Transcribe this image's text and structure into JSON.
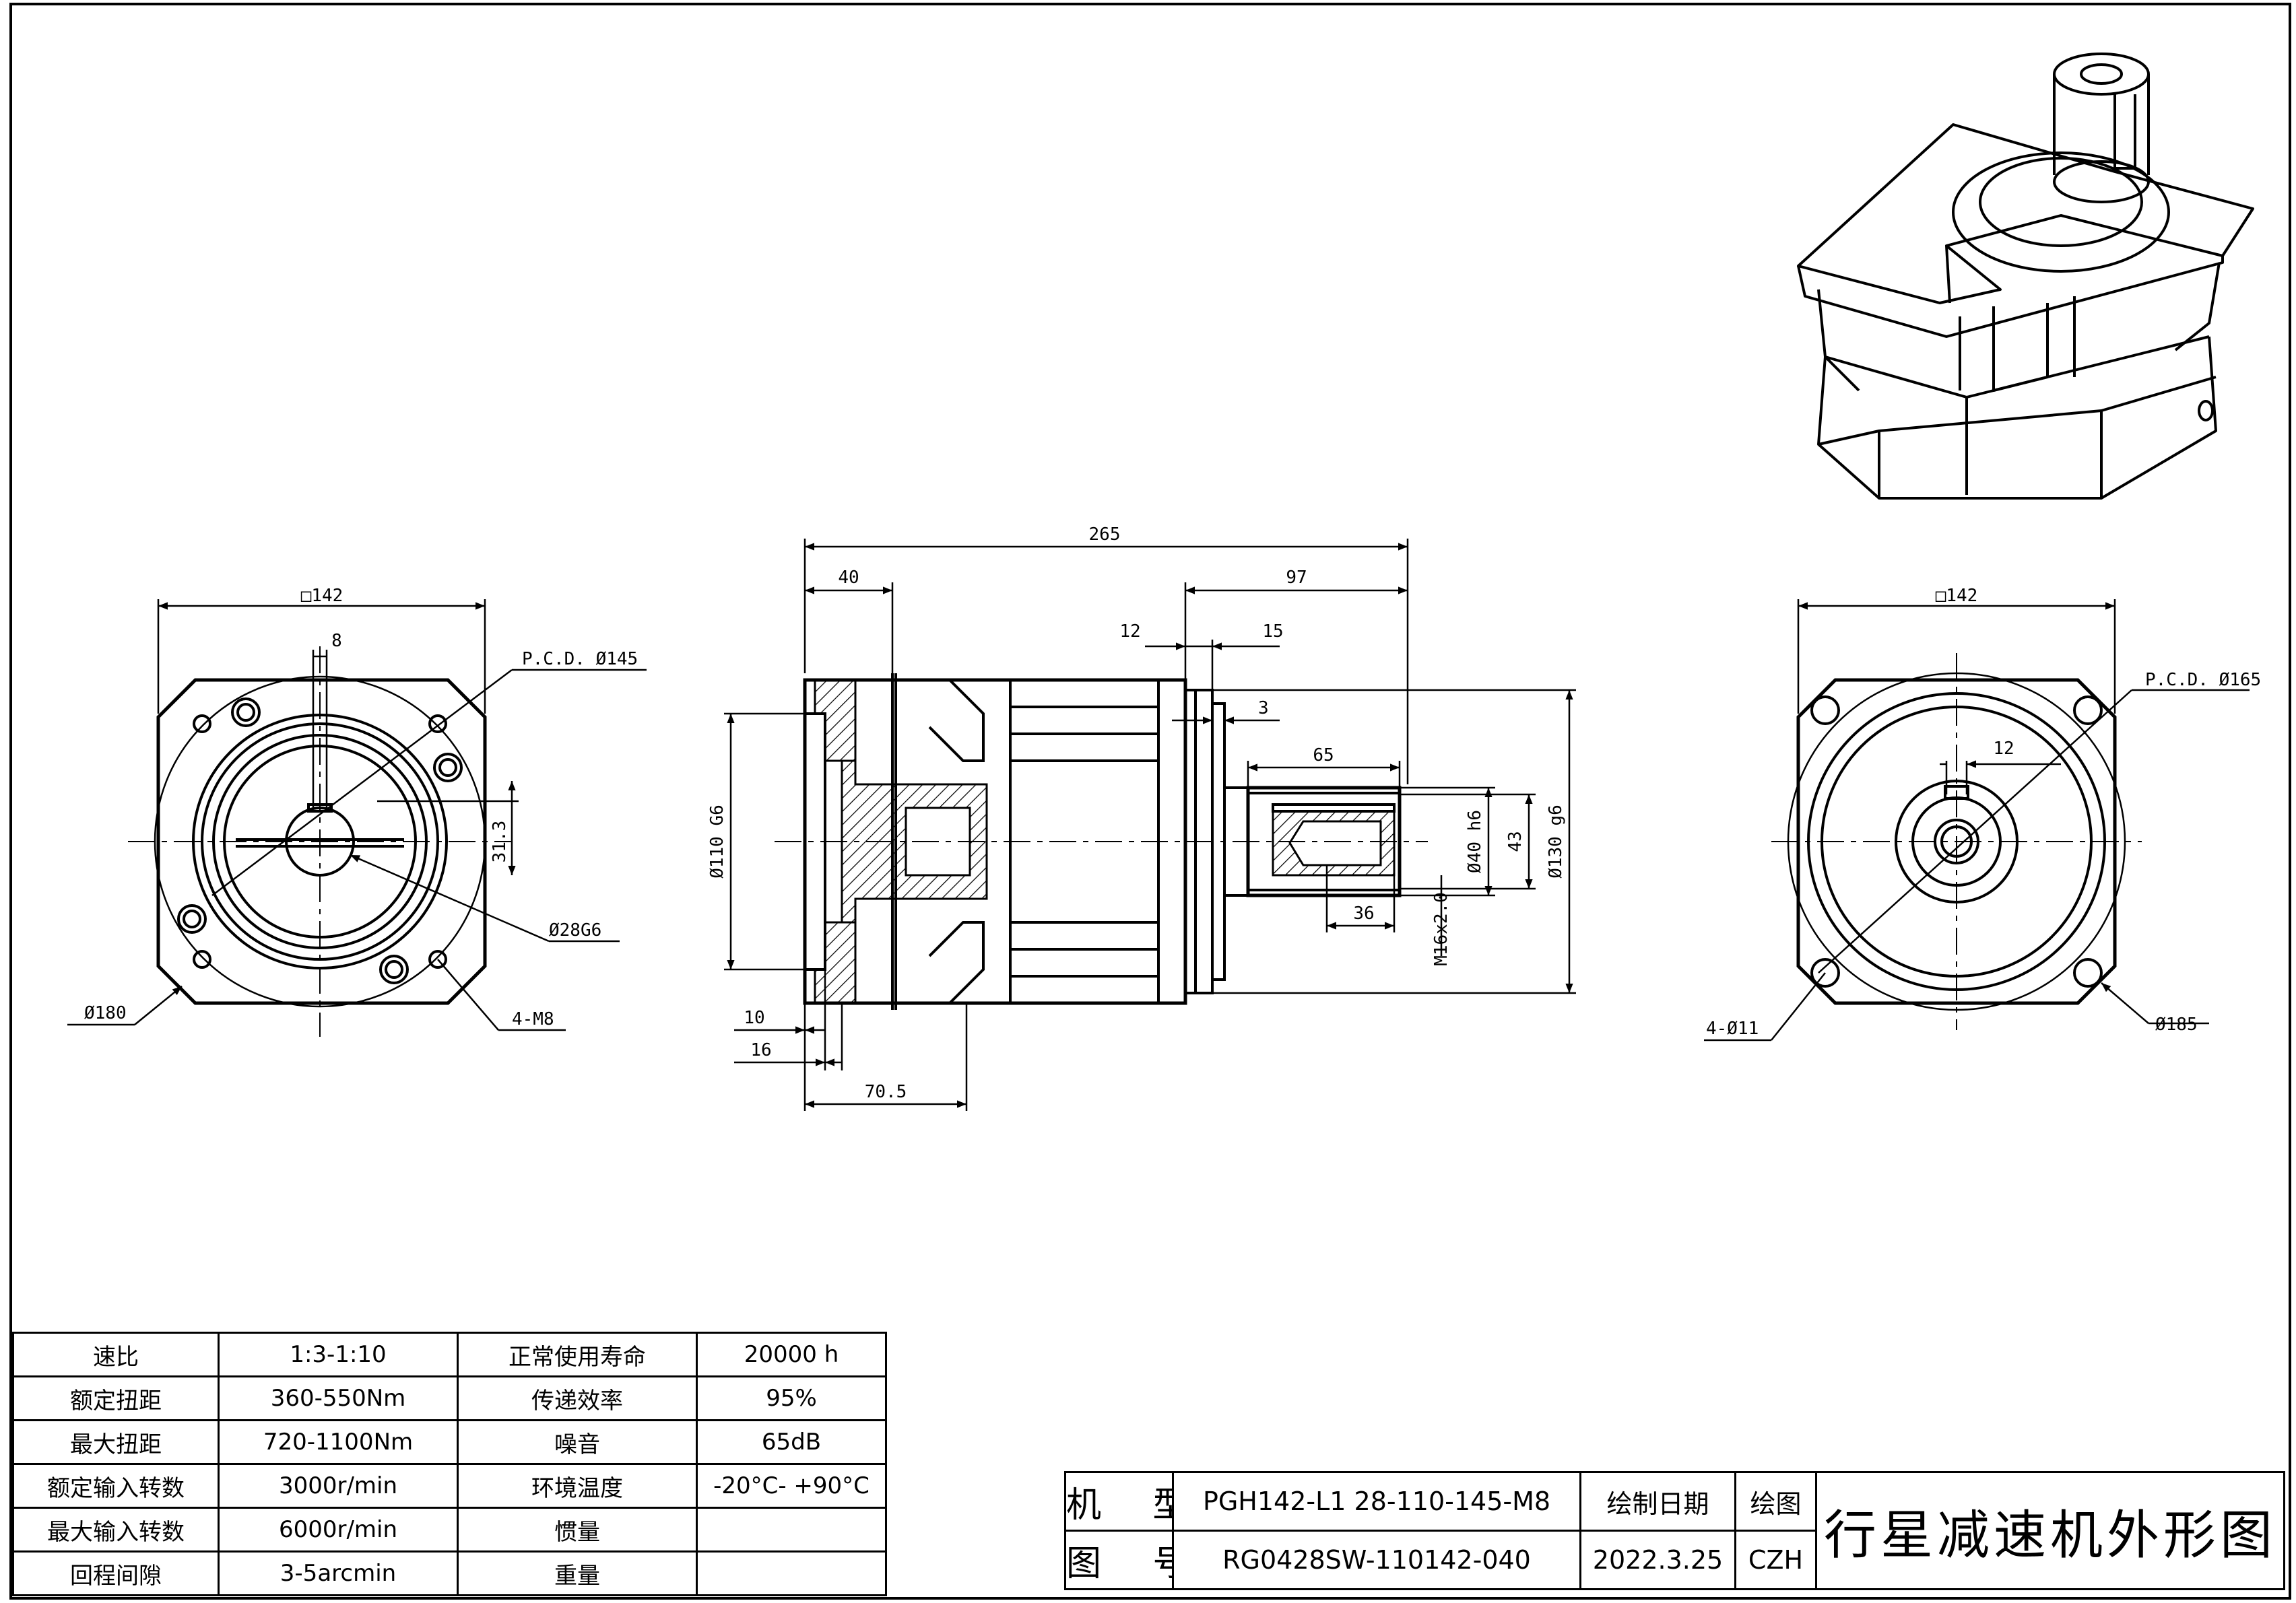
{
  "dims": {
    "front_square": "□142",
    "front_key": "8",
    "front_pcd": "P.C.D. Ø145",
    "front_key_height": "31.3",
    "front_bore": "Ø28G6",
    "front_outer": "Ø180",
    "front_holes": "4-M8",
    "side_total": "265",
    "side_40": "40",
    "side_97": "97",
    "side_12": "12",
    "side_15": "15",
    "side_3": "3",
    "side_65": "65",
    "side_pilot_left": "Ø110 G6",
    "side_shaft": "Ø40 h6",
    "side_43": "43",
    "side_pilot_right": "Ø130 g6",
    "side_36": "36",
    "side_thread": "M16x2.0",
    "side_10": "10",
    "side_16": "16",
    "side_70_5": "70.5",
    "rear_square": "□142",
    "rear_pcd": "P.C.D. Ø165",
    "rear_12": "12",
    "rear_holes": "4-Ø11",
    "rear_outer": "Ø185"
  },
  "spec_table": [
    [
      "速比",
      "1:3-1:10",
      "正常使用寿命",
      "20000 h"
    ],
    [
      "额定扭距",
      "360-550Nm",
      "传递效率",
      "95%"
    ],
    [
      "最大扭距",
      "720-1100Nm",
      "噪音",
      "65dB"
    ],
    [
      "额定输入转数",
      "3000r/min",
      "环境温度",
      "-20°C- +90°C"
    ],
    [
      "最大输入转数",
      "6000r/min",
      "惯量",
      ""
    ],
    [
      "回程间隙",
      "3-5arcmin",
      "重量",
      ""
    ]
  ],
  "title_block": {
    "model_label": "机 型",
    "model_value": "PGH142-L1 28-110-145-M8",
    "date_label": "绘制日期",
    "drawer_label": "绘图",
    "drawing_title": "行星减速机外形图",
    "number_label": "图 号",
    "number_value": "RG0428SW-110142-040",
    "date_value": "2022.3.25",
    "drawer_value": "CZH"
  }
}
